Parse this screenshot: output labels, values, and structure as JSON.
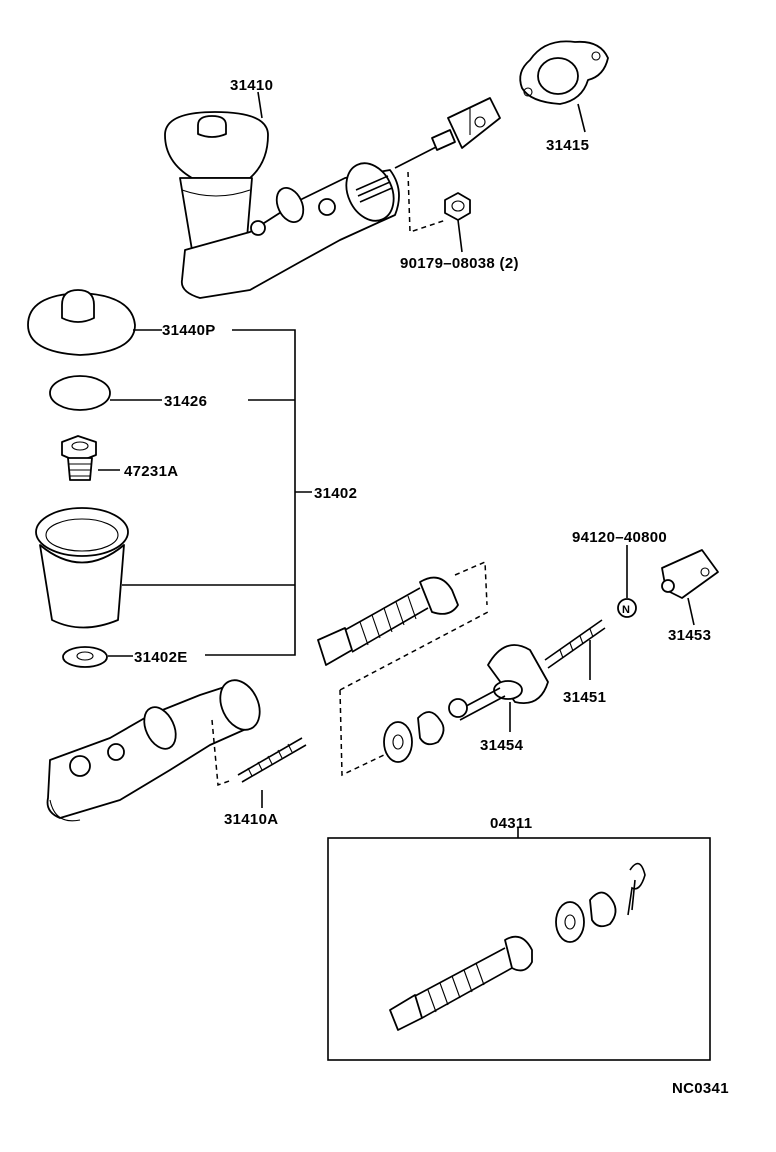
{
  "diagram": {
    "code": "NC0341",
    "labels": {
      "p31410": "31410",
      "p31415": "31415",
      "p90179": "90179–08038 (2)",
      "p31440P": "31440P",
      "p31426": "31426",
      "p47231A": "47231A",
      "p31402": "31402",
      "p31402E": "31402E",
      "p94120": "94120–40800",
      "p31453": "31453",
      "p31451": "31451",
      "p31454": "31454",
      "p31410A": "31410A",
      "p04311": "04311",
      "nut_marker": "N"
    }
  }
}
